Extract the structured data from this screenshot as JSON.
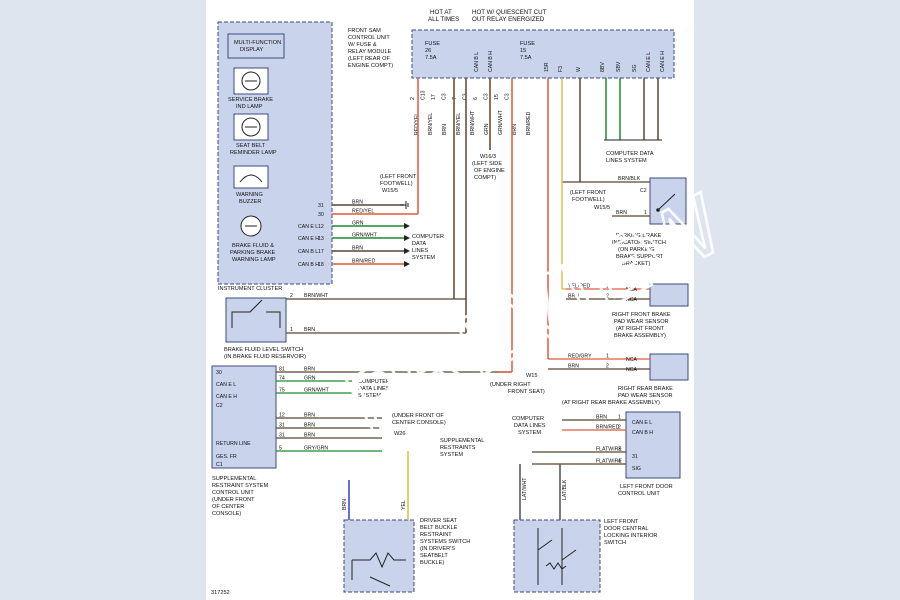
{
  "labels": {
    "hot_at_all_times": [
      "HOT AT",
      "ALL TIMES"
    ],
    "hot_w_quiescent": [
      "HOT W/ QUIESCENT CUT",
      "OUT RELAY ENERGIZED"
    ],
    "front_sam": [
      "FRONT SAM",
      "CONTROL UNIT",
      "W/ FUSE &",
      "RELAY MODULE",
      "(LEFT REAR OF",
      "ENGINE COMPT)"
    ],
    "fuse26": [
      "FUSE",
      "26",
      "7.5A"
    ],
    "fuse15": [
      "FUSE",
      "15",
      "7.5A"
    ],
    "mfd": [
      "MULTI-FUNCTION",
      "DISPLAY"
    ],
    "service_brake": [
      "SERVICE BRAKE",
      "IND LAMP"
    ],
    "seat_belt": [
      "SEAT BELT",
      "REMINDER LAMP"
    ],
    "warning_buzzer": [
      "WARNING",
      "BUZZER"
    ],
    "brake_fluid_lamp": [
      "BRAKE FLUID &",
      "PARKING BRAKE",
      "WARNING LAMP"
    ],
    "instrument_cluster": "INSTRUMENT CLUSTER",
    "brake_fluid_switch": [
      "BRAKE FLUID LEVEL SWITCH",
      "(IN BRAKE FLUID RESERVOIR)"
    ],
    "w165": [
      "W16/3",
      "(LEFT SIDE",
      "OF ENGINE",
      "COMPT)"
    ],
    "left_front_footwell_1": [
      "(LEFT FRONT",
      "FOOTWELL)",
      "W15/5"
    ],
    "left_front_footwell_2": [
      "(LEFT FRONT",
      "FOOTWELL)",
      "W15/5"
    ],
    "computer_data_1": [
      "COMPUTER",
      "DATA",
      "LINES",
      "SYSTEM"
    ],
    "computer_data_top": [
      "COMPUTER DATA",
      "LINES SYSTEM"
    ],
    "parking_brake_switch": [
      "PARKING BRAKE",
      "INDICATOR SWITCH",
      "(ON PARKING",
      "BRAKE SUPPORT",
      "BRACKET)"
    ],
    "right_front_pad": [
      "RIGHT FRONT BRAKE",
      "PAD WEAR SENSOR",
      "(AT RIGHT FRONT",
      "BRAKE ASSEMBLY)"
    ],
    "right_rear_pad": [
      "RIGHT REAR BRAKE",
      "PAD WEAR SENSOR",
      "(AT RIGHT REAR BRAKE ASSEMBLY)"
    ],
    "under_right_seat": [
      "(UNDER RIGHT",
      "FRONT SEAT)"
    ],
    "under_front_console": [
      "(UNDER FRONT OF",
      "CENTER CONSOLE)"
    ],
    "computer_data_srs": [
      "COMPUTER",
      "DATA LINES",
      "SYSTEM"
    ],
    "supplemental_srs": [
      "SUPPLEMENTAL",
      "RESTRAINTS",
      "SYSTEM"
    ],
    "srs_control": [
      "SUPPLEMENTAL",
      "RESTRAINT SYSTEM",
      "CONTROL UNIT",
      "(UNDER FRONT",
      "OF CENTER",
      "CONSOLE)"
    ],
    "computer_data_door": [
      "COMPUTER",
      "DATA LINES",
      "SYSTEM"
    ],
    "left_front_door": [
      "LEFT FRONT DOOR",
      "CONTROL UNIT"
    ],
    "driver_seat_buckle": [
      "DRIVER SEAT",
      "BELT BUCKLE",
      "RESTRAINT",
      "SYSTEMS SWITCH",
      "(IN DRIVER'S",
      "SEATBELT",
      "BUCKLE)"
    ],
    "left_front_door_switch": [
      "LEFT FRONT",
      "DOOR CENTRAL",
      "LOCKING INTERIOR",
      "SWITCH"
    ],
    "w15": "W15",
    "w26": "W26",
    "nca": "NCA",
    "flatwire": "FLATWIRE",
    "figure_id": "317252",
    "watermark": "PREVIEW"
  },
  "wires": {
    "cluster_pins": [
      {
        "pin": "31",
        "color": "BRN"
      },
      {
        "pin": "30",
        "color": "RED/YEL"
      },
      {
        "pin": "12",
        "color": "GRN"
      },
      {
        "pin": "13",
        "color": "GRN/WHT"
      },
      {
        "pin": "17",
        "color": "BRN"
      },
      {
        "pin": "18",
        "color": "BRN/RED"
      }
    ],
    "cluster_can": [
      "CAN E L",
      "CAN E H",
      "CAN B L",
      "CAN B H"
    ],
    "top_pins": [
      "2",
      "C13",
      "17",
      "C3",
      "7",
      "C3",
      "6",
      "C3",
      "15",
      "C3"
    ],
    "top_wire_colors": [
      "RED/YEL",
      "BRN/YEL",
      "BRN",
      "BRN/YEL",
      "BRN/WHT",
      "GRN",
      "GRN/WHT",
      "BRN",
      "BRN/RED"
    ],
    "sam_conn": [
      "15R",
      "F3",
      "W",
      "8BV",
      "SBV",
      "SG",
      "CAN E L",
      "CAN E H",
      "CAN B L",
      "CAN B H"
    ],
    "brake_switch_wires": [
      {
        "pin": "2",
        "color": "BRN/WHT"
      },
      {
        "pin": "1",
        "color": "BRN"
      }
    ],
    "srs_pins": [
      {
        "pin": "81",
        "color": "BRN"
      },
      {
        "pin": "74",
        "color": "GRN"
      },
      {
        "pin": "75",
        "color": "GRN/WHT"
      },
      {
        "pin": "12",
        "color": "BRN"
      },
      {
        "pin": "31",
        "color": "BRN"
      },
      {
        "pin": "31",
        "color": "BRN"
      },
      {
        "pin": "5",
        "color": "GRY/GRN"
      }
    ],
    "srs_labels": [
      "30",
      "CAN E L",
      "CAN E H",
      "C2",
      "RETURN LINE",
      "GES. FR",
      "C1"
    ],
    "pb_switch": [
      {
        "pin": "C2",
        "color": "BRN/BLK"
      },
      {
        "pin": "1",
        "color": "BRN"
      }
    ],
    "rf_pad": [
      {
        "pin": "1",
        "color": "YEL/RED"
      },
      {
        "pin": "2",
        "color": "BRN"
      }
    ],
    "rr_pad": [
      {
        "pin": "1",
        "color": "RED/GRY"
      },
      {
        "pin": "2",
        "color": "BRN"
      }
    ],
    "door_unit": [
      {
        "pin": "1",
        "color": "BRN"
      },
      {
        "pin": "2",
        "color": "BRN/RED"
      },
      {
        "pin": "3",
        "color": "FLATWIRE"
      },
      {
        "pin": "4",
        "color": "FLATWIRE"
      }
    ],
    "door_can": [
      "CAN E L",
      "CAN B H",
      "31",
      "SIG"
    ],
    "buckle_wires": [
      "BRN",
      "YEL"
    ],
    "door_switch_wires": [
      "LAT/WHT",
      "LAT/BLK"
    ]
  },
  "colors": {
    "component_fill": "#c9d4ec",
    "wire_red": "#e05a3a",
    "wire_green": "#1f8a2e",
    "wire_yellow": "#d8c44a",
    "wire_brown": "#5a4632",
    "background": "#dfe5ef"
  },
  "icons": [
    "service-brake-lamp-icon",
    "seat-belt-lamp-icon",
    "buzzer-icon",
    "brake-fluid-lamp-icon",
    "ground-icon",
    "switch-icon"
  ]
}
